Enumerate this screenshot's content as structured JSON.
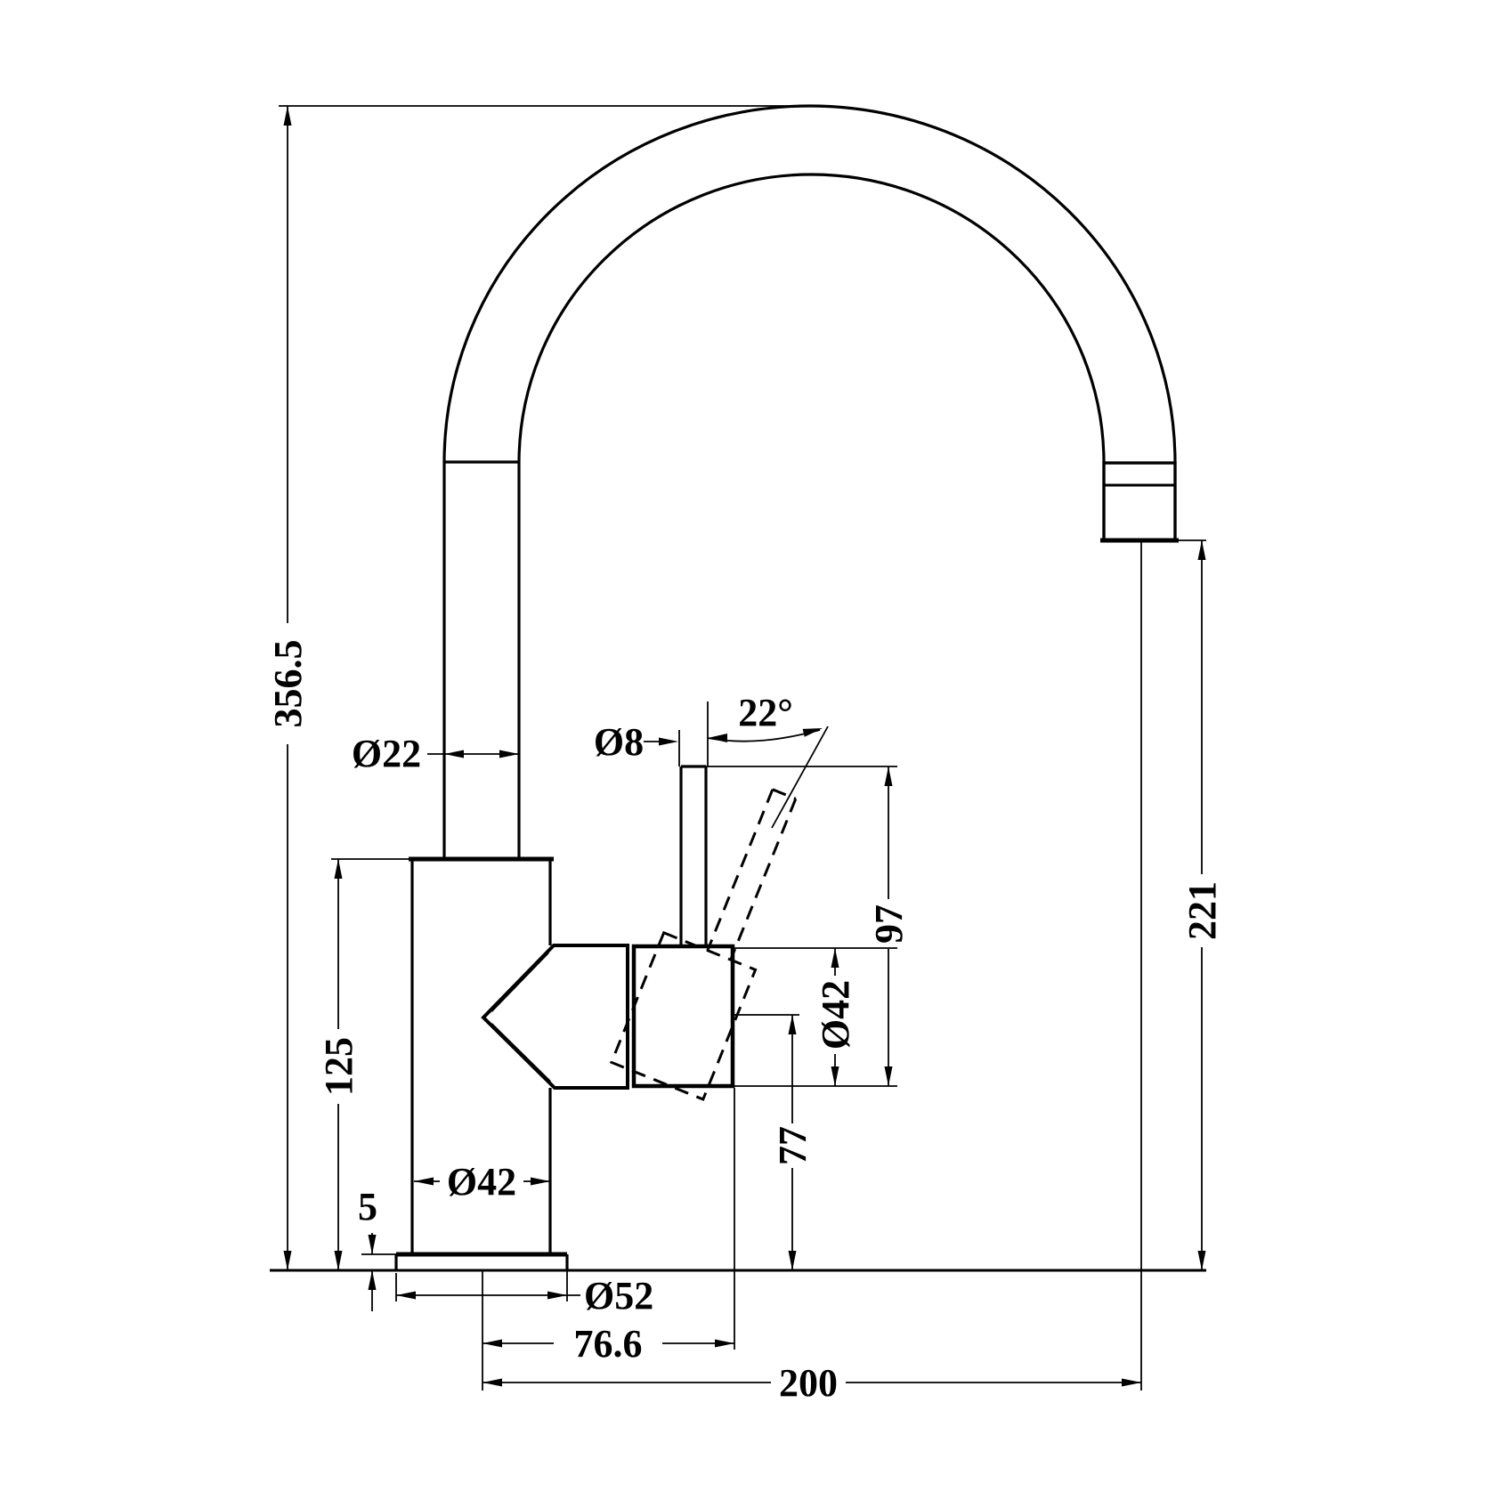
{
  "drawing": {
    "product": "gooseneck kitchen mixer tap",
    "view": "side elevation dimension drawing",
    "units": "mm",
    "background": "#ffffff",
    "line_color": "#000000",
    "labels": {
      "total_height": "356.5",
      "body_height": "125",
      "base_plate_thickness": "5",
      "base_plate_diameter": "Ø52",
      "body_diameter": "Ø42",
      "spout_tube_diameter": "Ø22",
      "lever_rod_diameter": "Ø8",
      "lever_tilt_angle": "22°",
      "lever_height": "97",
      "handle_body_diameter": "Ø42",
      "body_center_to_handle_face": "76.6",
      "handle_outlet_center_height": "77",
      "spout_outlet_height": "221",
      "spout_reach": "200"
    }
  }
}
